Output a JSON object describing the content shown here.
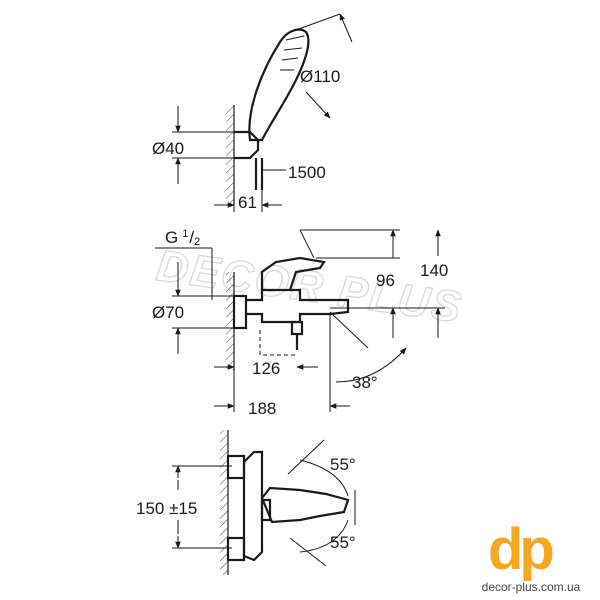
{
  "dimensions": {
    "handshower_head": "Ø110",
    "holder_diameter": "Ø40",
    "hose_length": "1500",
    "holder_projection": "61",
    "thread": "G",
    "thread_num": "1",
    "thread_den": "2",
    "mixer_diameter": "Ø70",
    "spout_height_small": "96",
    "spout_height_large": "140",
    "outlet_offset": "126",
    "spout_angle": "38°",
    "spout_projection": "188",
    "lever_angle_up": "55°",
    "lever_angle_down": "55°",
    "connection_centres": "150 ±15"
  },
  "watermark": "DECOR PLUS",
  "brand": {
    "logo_text": "dp",
    "url": "decor-plus.com.ua",
    "accent_color": "#f5a623"
  }
}
